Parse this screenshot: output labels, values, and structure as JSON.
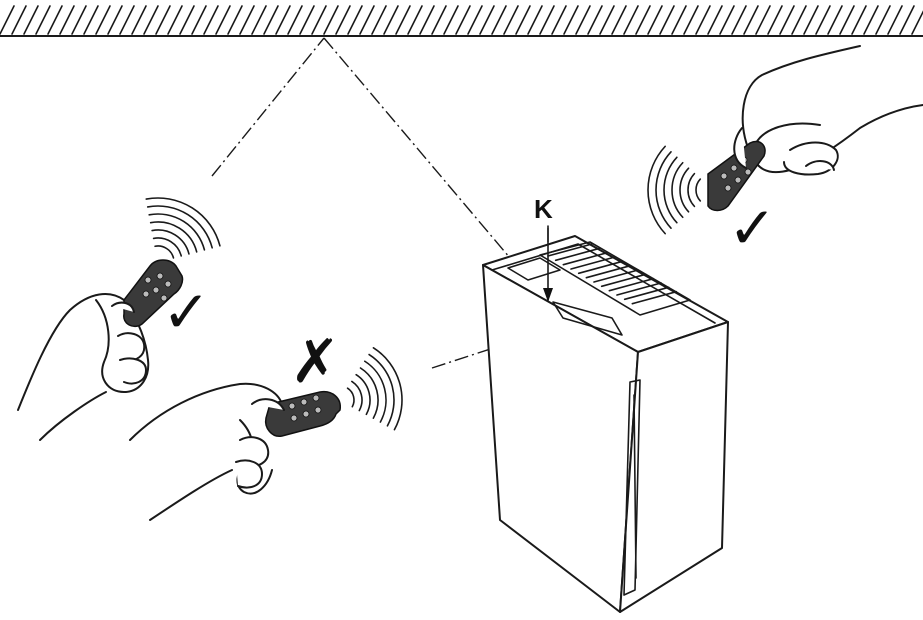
{
  "diagram": {
    "callout_label": "K",
    "ok_mark_glyph": "✓",
    "fail_mark_glyph": "✗",
    "icons": [
      "ceiling-hatch",
      "remote-control",
      "hand",
      "signal-waves",
      "check-mark",
      "cross-mark",
      "air-purifier"
    ]
  }
}
